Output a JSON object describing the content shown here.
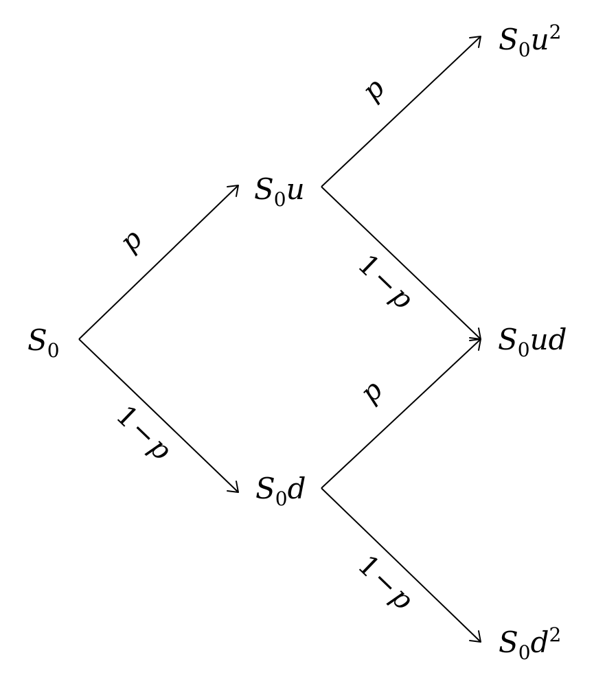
{
  "nodes": {
    "root": {
      "base": "S",
      "sub": "0",
      "tail": "",
      "sup": ""
    },
    "up": {
      "base": "S",
      "sub": "0",
      "tail": "u",
      "sup": ""
    },
    "down": {
      "base": "S",
      "sub": "0",
      "tail": "d",
      "sup": ""
    },
    "uu": {
      "base": "S",
      "sub": "0",
      "tail": "u",
      "sup": "2"
    },
    "ud": {
      "base": "S",
      "sub": "0",
      "tail": "ud",
      "sup": ""
    },
    "dd": {
      "base": "S",
      "sub": "0",
      "tail": "d",
      "sup": "2"
    }
  },
  "edges": {
    "root_up": {
      "label_p": "p"
    },
    "root_down": {
      "label_one": "1",
      "label_minus": "−",
      "label_p": "p"
    },
    "up_uu": {
      "label_p": "p"
    },
    "up_ud": {
      "label_one": "1",
      "label_minus": "−",
      "label_p": "p"
    },
    "down_ud": {
      "label_p": "p"
    },
    "down_dd": {
      "label_one": "1",
      "label_minus": "−",
      "label_p": "p"
    }
  }
}
